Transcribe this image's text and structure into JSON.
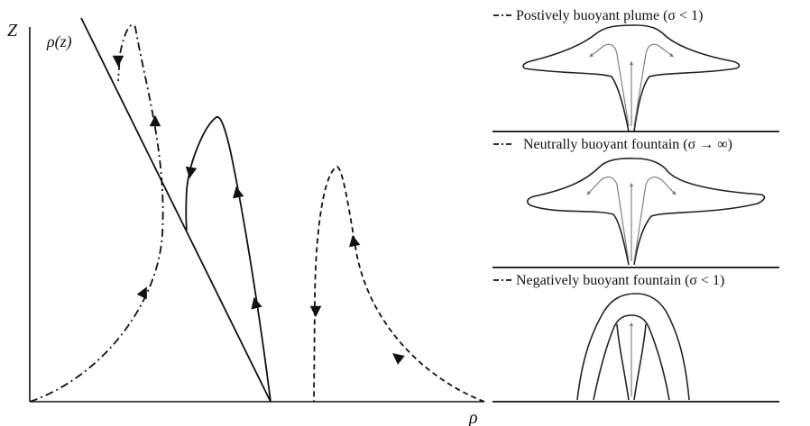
{
  "axes": {
    "y_label": "Z",
    "x_label": "ρ",
    "profile_label": "ρ(z)"
  },
  "legend": [
    {
      "marker": "-·-",
      "text": "Postively buoyant plume (σ < 1)"
    },
    {
      "marker": "-·-",
      "text": "Neutrally buoyant fountain (σ → ∞)"
    },
    {
      "marker": "-·-",
      "text": "Negatively buoyant fountain (σ < 1)"
    }
  ],
  "colors": {
    "ink": "#111111",
    "inner_streamline": "#777777"
  },
  "curve_styles": [
    "dash-dot",
    "solid",
    "dashed"
  ]
}
